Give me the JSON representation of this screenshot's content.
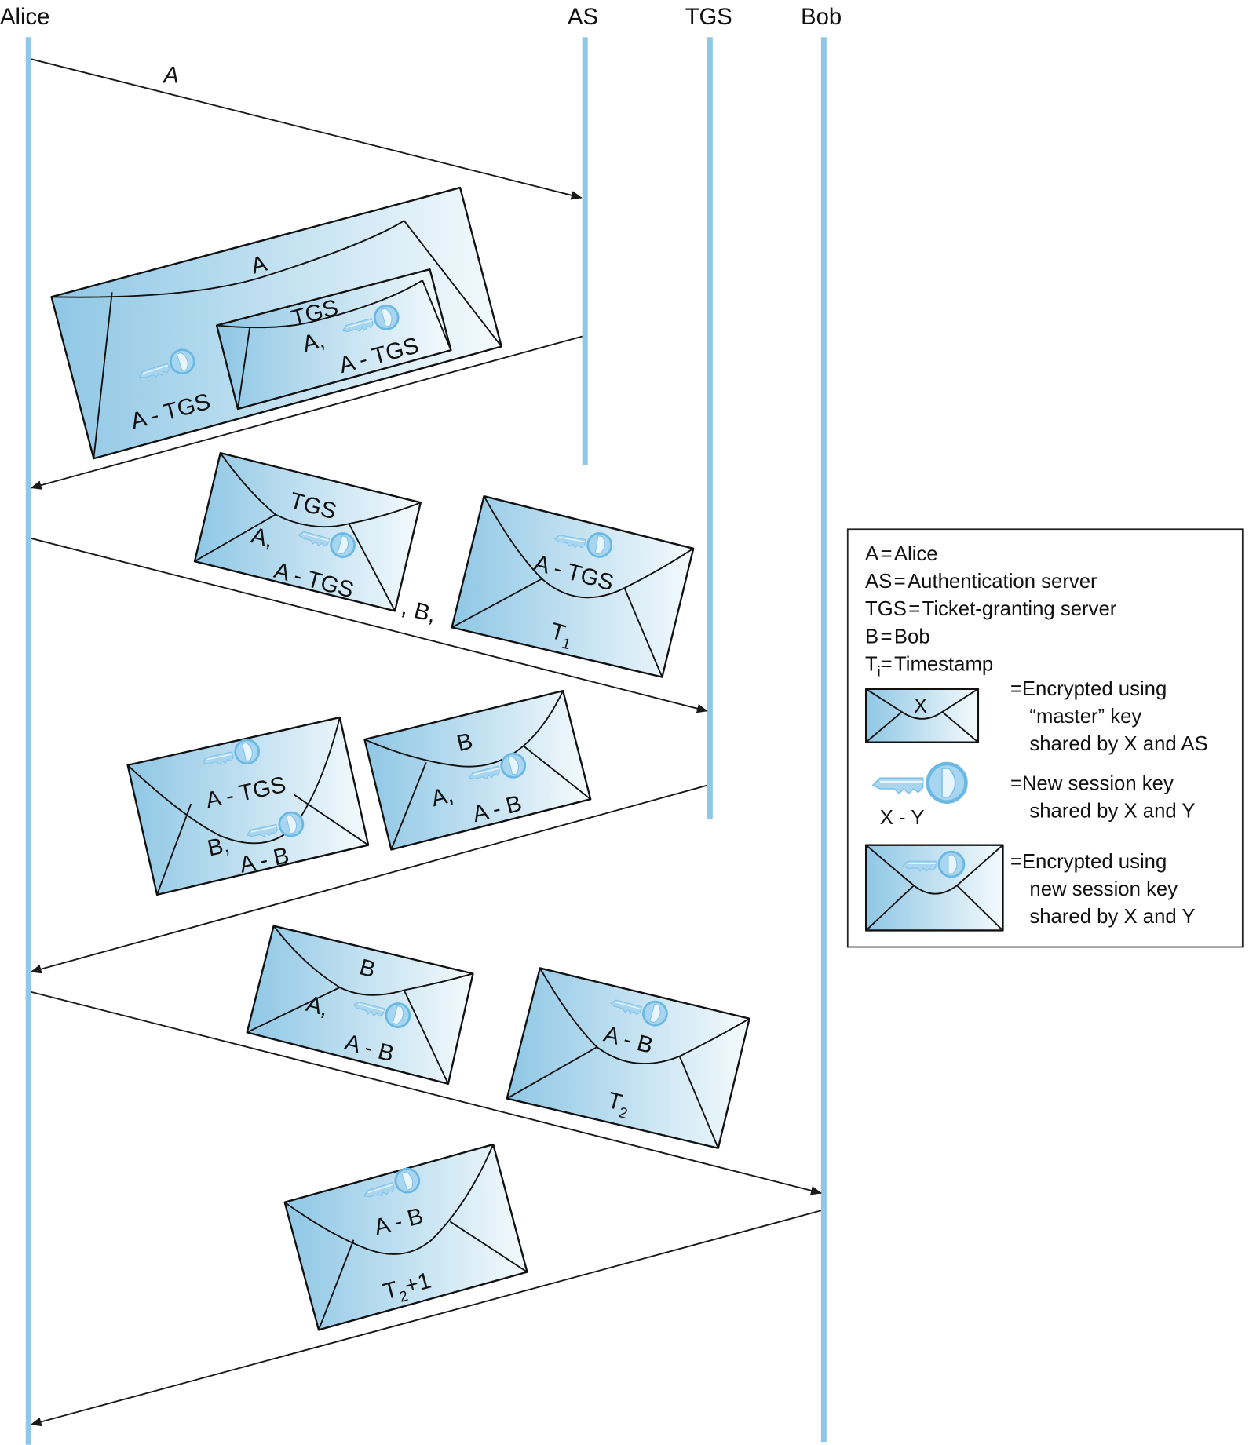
{
  "title": "Kerberos authentication message sequence",
  "participants": [
    {
      "id": "alice",
      "label": "Alice"
    },
    {
      "id": "as",
      "label": "AS"
    },
    {
      "id": "tgs",
      "label": "TGS"
    },
    {
      "id": "bob",
      "label": "Bob"
    }
  ],
  "messages": [
    {
      "from": "alice",
      "to": "as",
      "label": "A"
    },
    {
      "from": "as",
      "to": "alice",
      "outer_envelope": {
        "recipient": "A",
        "contents": [
          "A-TGS"
        ],
        "encryption": "master-key"
      },
      "inner_envelope": {
        "recipient": "TGS",
        "contents": [
          "A,",
          "A-TGS"
        ],
        "encryption": "master-key"
      }
    },
    {
      "from": "alice",
      "to": "tgs",
      "envelope_1": {
        "recipient": "TGS",
        "contents": [
          "A,",
          "A-TGS"
        ],
        "encryption": "master-key"
      },
      "separator": ", B,",
      "envelope_2": {
        "key": "A-TGS",
        "contents": [
          "T1"
        ],
        "encryption": "session-key"
      }
    },
    {
      "from": "tgs",
      "to": "alice",
      "envelope_1": {
        "key": "A-TGS",
        "contents": [
          "B,",
          "A-B"
        ],
        "encryption": "session-key"
      },
      "envelope_2": {
        "recipient": "B",
        "contents": [
          "A,",
          "A-B"
        ],
        "encryption": "master-key"
      }
    },
    {
      "from": "alice",
      "to": "bob",
      "envelope_1": {
        "recipient": "B",
        "contents": [
          "A,",
          "A-B"
        ],
        "encryption": "master-key"
      },
      "envelope_2": {
        "key": "A-B",
        "contents": [
          "T2"
        ],
        "encryption": "session-key"
      }
    },
    {
      "from": "bob",
      "to": "alice",
      "envelope": {
        "key": "A-B",
        "contents": [
          "T2+1"
        ],
        "encryption": "session-key"
      }
    }
  ],
  "labels": {
    "msg1_A": "A",
    "m2_outer_A": "A",
    "m2_outer_key": "A - TGS",
    "m2_inner_TGS": "TGS",
    "m2_inner_A": "A,",
    "m2_inner_key": "A - TGS",
    "m3_e1_TGS": "TGS",
    "m3_e1_A": "A,",
    "m3_e1_key": "A - TGS",
    "m3_sep": ", B,",
    "m3_e2_key": "A - TGS",
    "m3_e2_T": "T",
    "m3_e2_sub": "1",
    "m4_e1_key": "A - TGS",
    "m4_e1_B": "B,",
    "m4_e1_AB": "A - B",
    "m4_e2_B": "B",
    "m4_e2_A": "A,",
    "m4_e2_AB": "A - B",
    "m5_e1_B": "B",
    "m5_e1_A": "A,",
    "m5_e1_AB": "A - B",
    "m5_e2_key": "A - B",
    "m5_e2_T": "T",
    "m5_e2_sub": "2",
    "m6_key": "A - B",
    "m6_T": "T",
    "m6_sub": "2",
    "m6_plus": "+1"
  },
  "legend": {
    "definitions": [
      {
        "term": "A",
        "meaning": "Alice"
      },
      {
        "term": "AS",
        "meaning": "Authentication server"
      },
      {
        "term": "TGS",
        "meaning": "Ticket-granting server"
      },
      {
        "term": "B",
        "meaning": "Bob"
      },
      {
        "term": "T",
        "subscript": "i",
        "meaning": "Timestamp"
      }
    ],
    "eq": "=",
    "master_envelope_label": "X",
    "master_desc": [
      "Encrypted using",
      "“master” key",
      "shared by X and AS"
    ],
    "key_label": "X - Y",
    "key_desc": [
      "New session key",
      "shared by X and Y"
    ],
    "session_desc": [
      "Encrypted using",
      "new session key",
      "shared by X and Y"
    ]
  },
  "colors": {
    "lifeline": "#8ec8e6",
    "envelope_dark": "#8fc7e5",
    "envelope_light": "#f4fafd",
    "key": "#9fd2ee",
    "ink": "#111111"
  }
}
